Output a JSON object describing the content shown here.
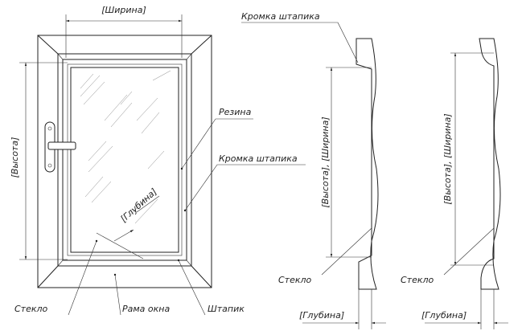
{
  "labels": {
    "width_top": "[Ширина]",
    "height_left": "[Высота]",
    "rubber": "Резина",
    "bead_edge_mid": "Кромка штапика",
    "depth_diag": "[Глубина]",
    "glass_bottom": "Стекло",
    "frame_bottom": "Рама окна",
    "bead_bottom": "Штапик",
    "bead_edge_top": "Кромка штапика",
    "section1_dim": "[Высота], [Ширина]",
    "section1_glass": "Стекло",
    "section1_depth": "[Глубина]",
    "section2_dim": "[Высота], [Ширина]",
    "section2_glass": "Стекло",
    "section2_depth": "[Глубина]"
  }
}
